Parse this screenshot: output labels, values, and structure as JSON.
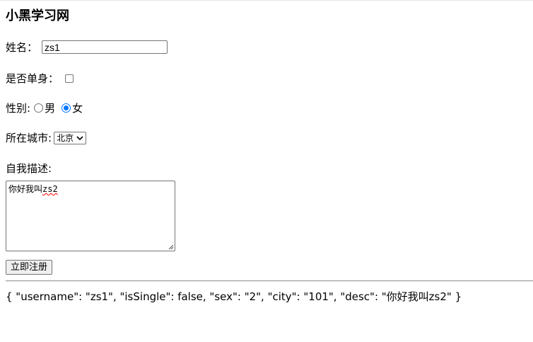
{
  "page": {
    "title": "小黑学习网"
  },
  "form": {
    "username_label": "姓名：",
    "username_value": "zs1",
    "single_label": "是否单身：",
    "single_checked": false,
    "sex_label": "性别:",
    "sex_options": [
      {
        "label": "男",
        "checked": false
      },
      {
        "label": "女",
        "checked": true
      }
    ],
    "city_label": "所在城市:",
    "city_selected": "北京",
    "desc_label": "自我描述:",
    "desc_prefix": "你好我叫",
    "desc_suffix": "zs2",
    "submit_label": "立即注册"
  },
  "output": {
    "json_text": "{ \"username\": \"zs1\", \"isSingle\": false, \"sex\": \"2\", \"city\": \"101\", \"desc\": \"你好我叫zs2\" }"
  },
  "colors": {
    "accent": "#0075ff",
    "border": "#767676",
    "button_bg": "#efefef"
  },
  "icons": {
    "select": "chevron-down-icon",
    "resize": "resize-handle-icon"
  }
}
